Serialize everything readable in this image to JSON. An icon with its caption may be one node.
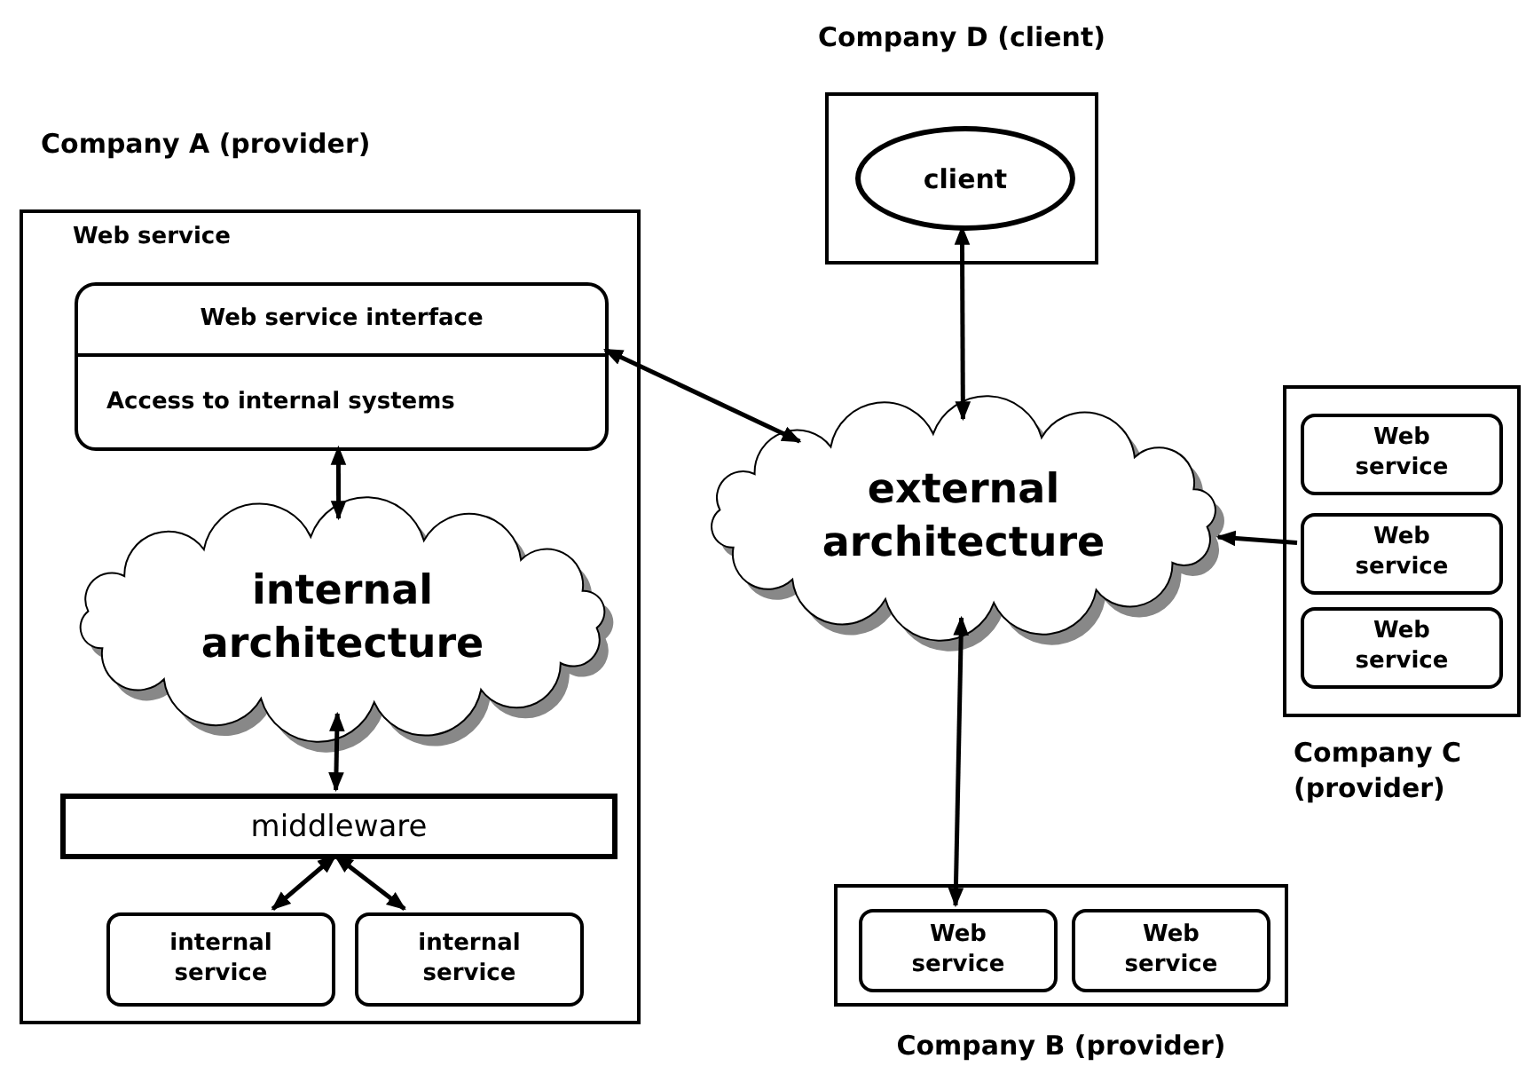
{
  "diagram": {
    "nodes": [
      {
        "text": [
          "Company A (provider)",
          "Web service"
        ]
      },
      {
        "text": [
          "Web service interface",
          "Access to internal systems"
        ],
        "in": 0
      },
      {
        "text": [
          "internal architecture"
        ],
        "in": 0
      },
      {
        "text": [
          "middleware"
        ],
        "in": 0
      },
      {
        "text": [
          "internal service"
        ],
        "in": 0
      },
      {
        "text": [
          "internal service"
        ],
        "in": 0
      },
      {
        "text": [
          "Company D (client)"
        ]
      },
      {
        "text": [
          "client"
        ],
        "in": 6
      },
      {
        "text": [
          "external architecture"
        ]
      },
      {
        "text": [
          "Company C (provider)"
        ]
      },
      {
        "text": [
          "Web service"
        ],
        "in": 9
      },
      {
        "text": [
          "Web service"
        ],
        "in": 9
      },
      {
        "text": [
          "Web service"
        ],
        "in": 9
      },
      {
        "text": [
          "Company B (provider)"
        ]
      },
      {
        "text": [
          "Web service"
        ],
        "in": 13
      },
      {
        "text": [
          "Web service"
        ],
        "in": 13
      }
    ],
    "edges": [
      {
        "from": 1,
        "to": 2,
        "arrow": "both"
      },
      {
        "from": 2,
        "to": 3,
        "arrow": "both"
      },
      {
        "from": 3,
        "to": 4,
        "arrow": "both"
      },
      {
        "from": 3,
        "to": 5,
        "arrow": "both"
      },
      {
        "from": 1,
        "to": 8,
        "arrow": "both"
      },
      {
        "from": 7,
        "to": 8,
        "arrow": "both"
      },
      {
        "from": 11,
        "to": 8,
        "arrow": "to"
      },
      {
        "from": 8,
        "to": 14,
        "arrow": "both"
      }
    ]
  }
}
